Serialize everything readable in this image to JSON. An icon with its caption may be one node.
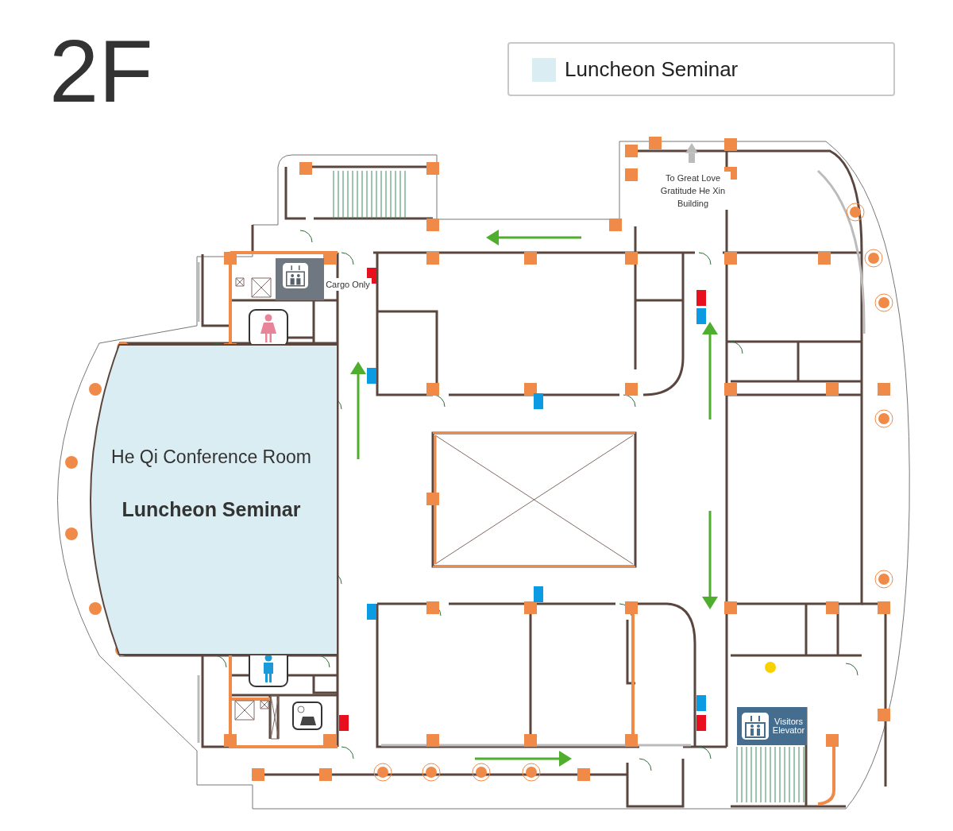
{
  "diagram": {
    "title": "2F",
    "nodes": [
      {
        "text": [
          "He Qi Conference Room",
          "Luncheon Seminar"
        ]
      },
      {
        "text": [
          "Visitors Elevator"
        ]
      }
    ],
    "labels": [
      "Cargo Only",
      "To Great Love Gratitude He Xin Building"
    ],
    "legend": [
      {
        "text": "Luncheon Seminar",
        "color": "#daedf2"
      }
    ]
  }
}
